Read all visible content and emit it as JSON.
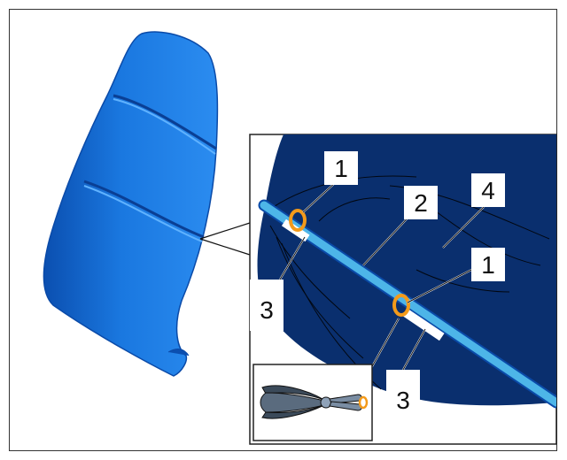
{
  "colors": {
    "seat_blue": "#1a78e0",
    "seat_highlight": "#4aa3ff",
    "seat_shadow": "#0b4fb0",
    "detail_background": "#0a2f6e",
    "wire_rod": "#4db5e8",
    "clip_ring": "#f39a1a",
    "label_box": "#ffffff"
  },
  "icons": {
    "seat_panel": "seat-backrest-panel-icon",
    "tool": "hog-ring-pliers-icon"
  },
  "callouts": [
    {
      "id": "c1a",
      "label": "1"
    },
    {
      "id": "c2",
      "label": "2"
    },
    {
      "id": "c4",
      "label": "4"
    },
    {
      "id": "c1b",
      "label": "1"
    },
    {
      "id": "c3a",
      "label": "3"
    },
    {
      "id": "c3b",
      "label": "3"
    }
  ]
}
